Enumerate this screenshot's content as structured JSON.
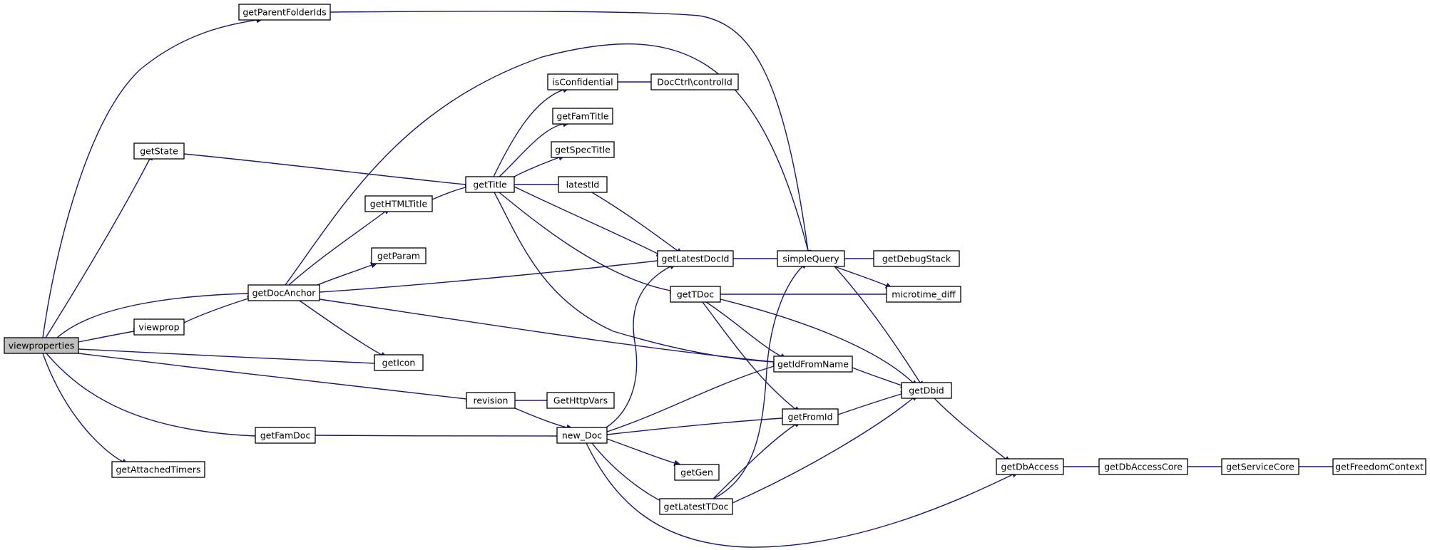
{
  "diagram": {
    "kind": "call-graph",
    "root": "viewproperties",
    "colors": {
      "edge": "#191970",
      "node_fill": "#ffffff",
      "root_fill": "#bfbfbf",
      "node_border": "#000000"
    },
    "nodes": [
      {
        "id": "viewproperties",
        "label": "viewproperties",
        "root": true
      },
      {
        "id": "getParentFolderIds",
        "label": "getParentFolderIds"
      },
      {
        "id": "getState",
        "label": "getState"
      },
      {
        "id": "getDocAnchor",
        "label": "getDocAnchor"
      },
      {
        "id": "viewprop",
        "label": "viewprop"
      },
      {
        "id": "getIcon",
        "label": "getIcon"
      },
      {
        "id": "revision",
        "label": "revision"
      },
      {
        "id": "getFamDoc",
        "label": "getFamDoc"
      },
      {
        "id": "getAttachedTimers",
        "label": "getAttachedTimers"
      },
      {
        "id": "getHTMLTitle",
        "label": "getHTMLTitle"
      },
      {
        "id": "getParam",
        "label": "getParam"
      },
      {
        "id": "getTitle",
        "label": "getTitle"
      },
      {
        "id": "GetHttpVars",
        "label": "GetHttpVars"
      },
      {
        "id": "new_Doc",
        "label": "new_Doc"
      },
      {
        "id": "isConfidential",
        "label": "isConfidential"
      },
      {
        "id": "DocCtrlControlId",
        "label": "DocCtrl\\controlId"
      },
      {
        "id": "getFamTitle",
        "label": "getFamTitle"
      },
      {
        "id": "getSpecTitle",
        "label": "getSpecTitle"
      },
      {
        "id": "latestId",
        "label": "latestId"
      },
      {
        "id": "getLatestDocId",
        "label": "getLatestDocId"
      },
      {
        "id": "getTDoc",
        "label": "getTDoc"
      },
      {
        "id": "getGen",
        "label": "getGen"
      },
      {
        "id": "getLatestTDoc",
        "label": "getLatestTDoc"
      },
      {
        "id": "simpleQuery",
        "label": "simpleQuery"
      },
      {
        "id": "getIdFromName",
        "label": "getIdFromName"
      },
      {
        "id": "getFromId",
        "label": "getFromId"
      },
      {
        "id": "getDebugStack",
        "label": "getDebugStack"
      },
      {
        "id": "microtime_diff",
        "label": "microtime_diff"
      },
      {
        "id": "getDbid",
        "label": "getDbid"
      },
      {
        "id": "getDbAccess",
        "label": "getDbAccess"
      },
      {
        "id": "getDbAccessCore",
        "label": "getDbAccessCore"
      },
      {
        "id": "getServiceCore",
        "label": "getServiceCore"
      },
      {
        "id": "getFreedomContext",
        "label": "getFreedomContext"
      }
    ],
    "edges": [
      [
        "viewproperties",
        "getParentFolderIds"
      ],
      [
        "viewproperties",
        "getState"
      ],
      [
        "viewproperties",
        "getDocAnchor"
      ],
      [
        "viewproperties",
        "viewprop"
      ],
      [
        "viewproperties",
        "getIcon"
      ],
      [
        "viewproperties",
        "revision"
      ],
      [
        "viewproperties",
        "getFamDoc"
      ],
      [
        "viewproperties",
        "getAttachedTimers"
      ],
      [
        "getParentFolderIds",
        "simpleQuery"
      ],
      [
        "getState",
        "getTitle"
      ],
      [
        "getDocAnchor",
        "simpleQuery"
      ],
      [
        "getDocAnchor",
        "getHTMLTitle"
      ],
      [
        "getDocAnchor",
        "getParam"
      ],
      [
        "getDocAnchor",
        "getLatestDocId"
      ],
      [
        "getDocAnchor",
        "getIdFromName"
      ],
      [
        "getDocAnchor",
        "getIcon"
      ],
      [
        "viewprop",
        "getDocAnchor"
      ],
      [
        "getHTMLTitle",
        "getTitle"
      ],
      [
        "getTitle",
        "isConfidential"
      ],
      [
        "getTitle",
        "getFamTitle"
      ],
      [
        "getTitle",
        "getSpecTitle"
      ],
      [
        "getTitle",
        "latestId"
      ],
      [
        "getTitle",
        "getLatestDocId"
      ],
      [
        "getTitle",
        "getTDoc"
      ],
      [
        "getTitle",
        "getIdFromName"
      ],
      [
        "isConfidential",
        "DocCtrlControlId"
      ],
      [
        "latestId",
        "getLatestDocId"
      ],
      [
        "getLatestDocId",
        "simpleQuery"
      ],
      [
        "simpleQuery",
        "getDebugStack"
      ],
      [
        "simpleQuery",
        "microtime_diff"
      ],
      [
        "simpleQuery",
        "getDbid"
      ],
      [
        "getTDoc",
        "microtime_diff"
      ],
      [
        "getTDoc",
        "getIdFromName"
      ],
      [
        "getTDoc",
        "getFromId"
      ],
      [
        "getTDoc",
        "getDbid"
      ],
      [
        "revision",
        "GetHttpVars"
      ],
      [
        "revision",
        "new_Doc"
      ],
      [
        "getFamDoc",
        "new_Doc"
      ],
      [
        "new_Doc",
        "getLatestDocId"
      ],
      [
        "new_Doc",
        "getIdFromName"
      ],
      [
        "new_Doc",
        "getFromId"
      ],
      [
        "new_Doc",
        "getGen"
      ],
      [
        "new_Doc",
        "getLatestTDoc"
      ],
      [
        "new_Doc",
        "getDbAccess"
      ],
      [
        "getLatestTDoc",
        "simpleQuery"
      ],
      [
        "getLatestTDoc",
        "getFromId"
      ],
      [
        "getLatestTDoc",
        "getDbid"
      ],
      [
        "getIdFromName",
        "getDbid"
      ],
      [
        "getFromId",
        "getDbid"
      ],
      [
        "getDbid",
        "getDbAccess"
      ],
      [
        "getDbAccess",
        "getDbAccessCore"
      ],
      [
        "getDbAccessCore",
        "getServiceCore"
      ],
      [
        "getServiceCore",
        "getFreedomContext"
      ]
    ]
  }
}
